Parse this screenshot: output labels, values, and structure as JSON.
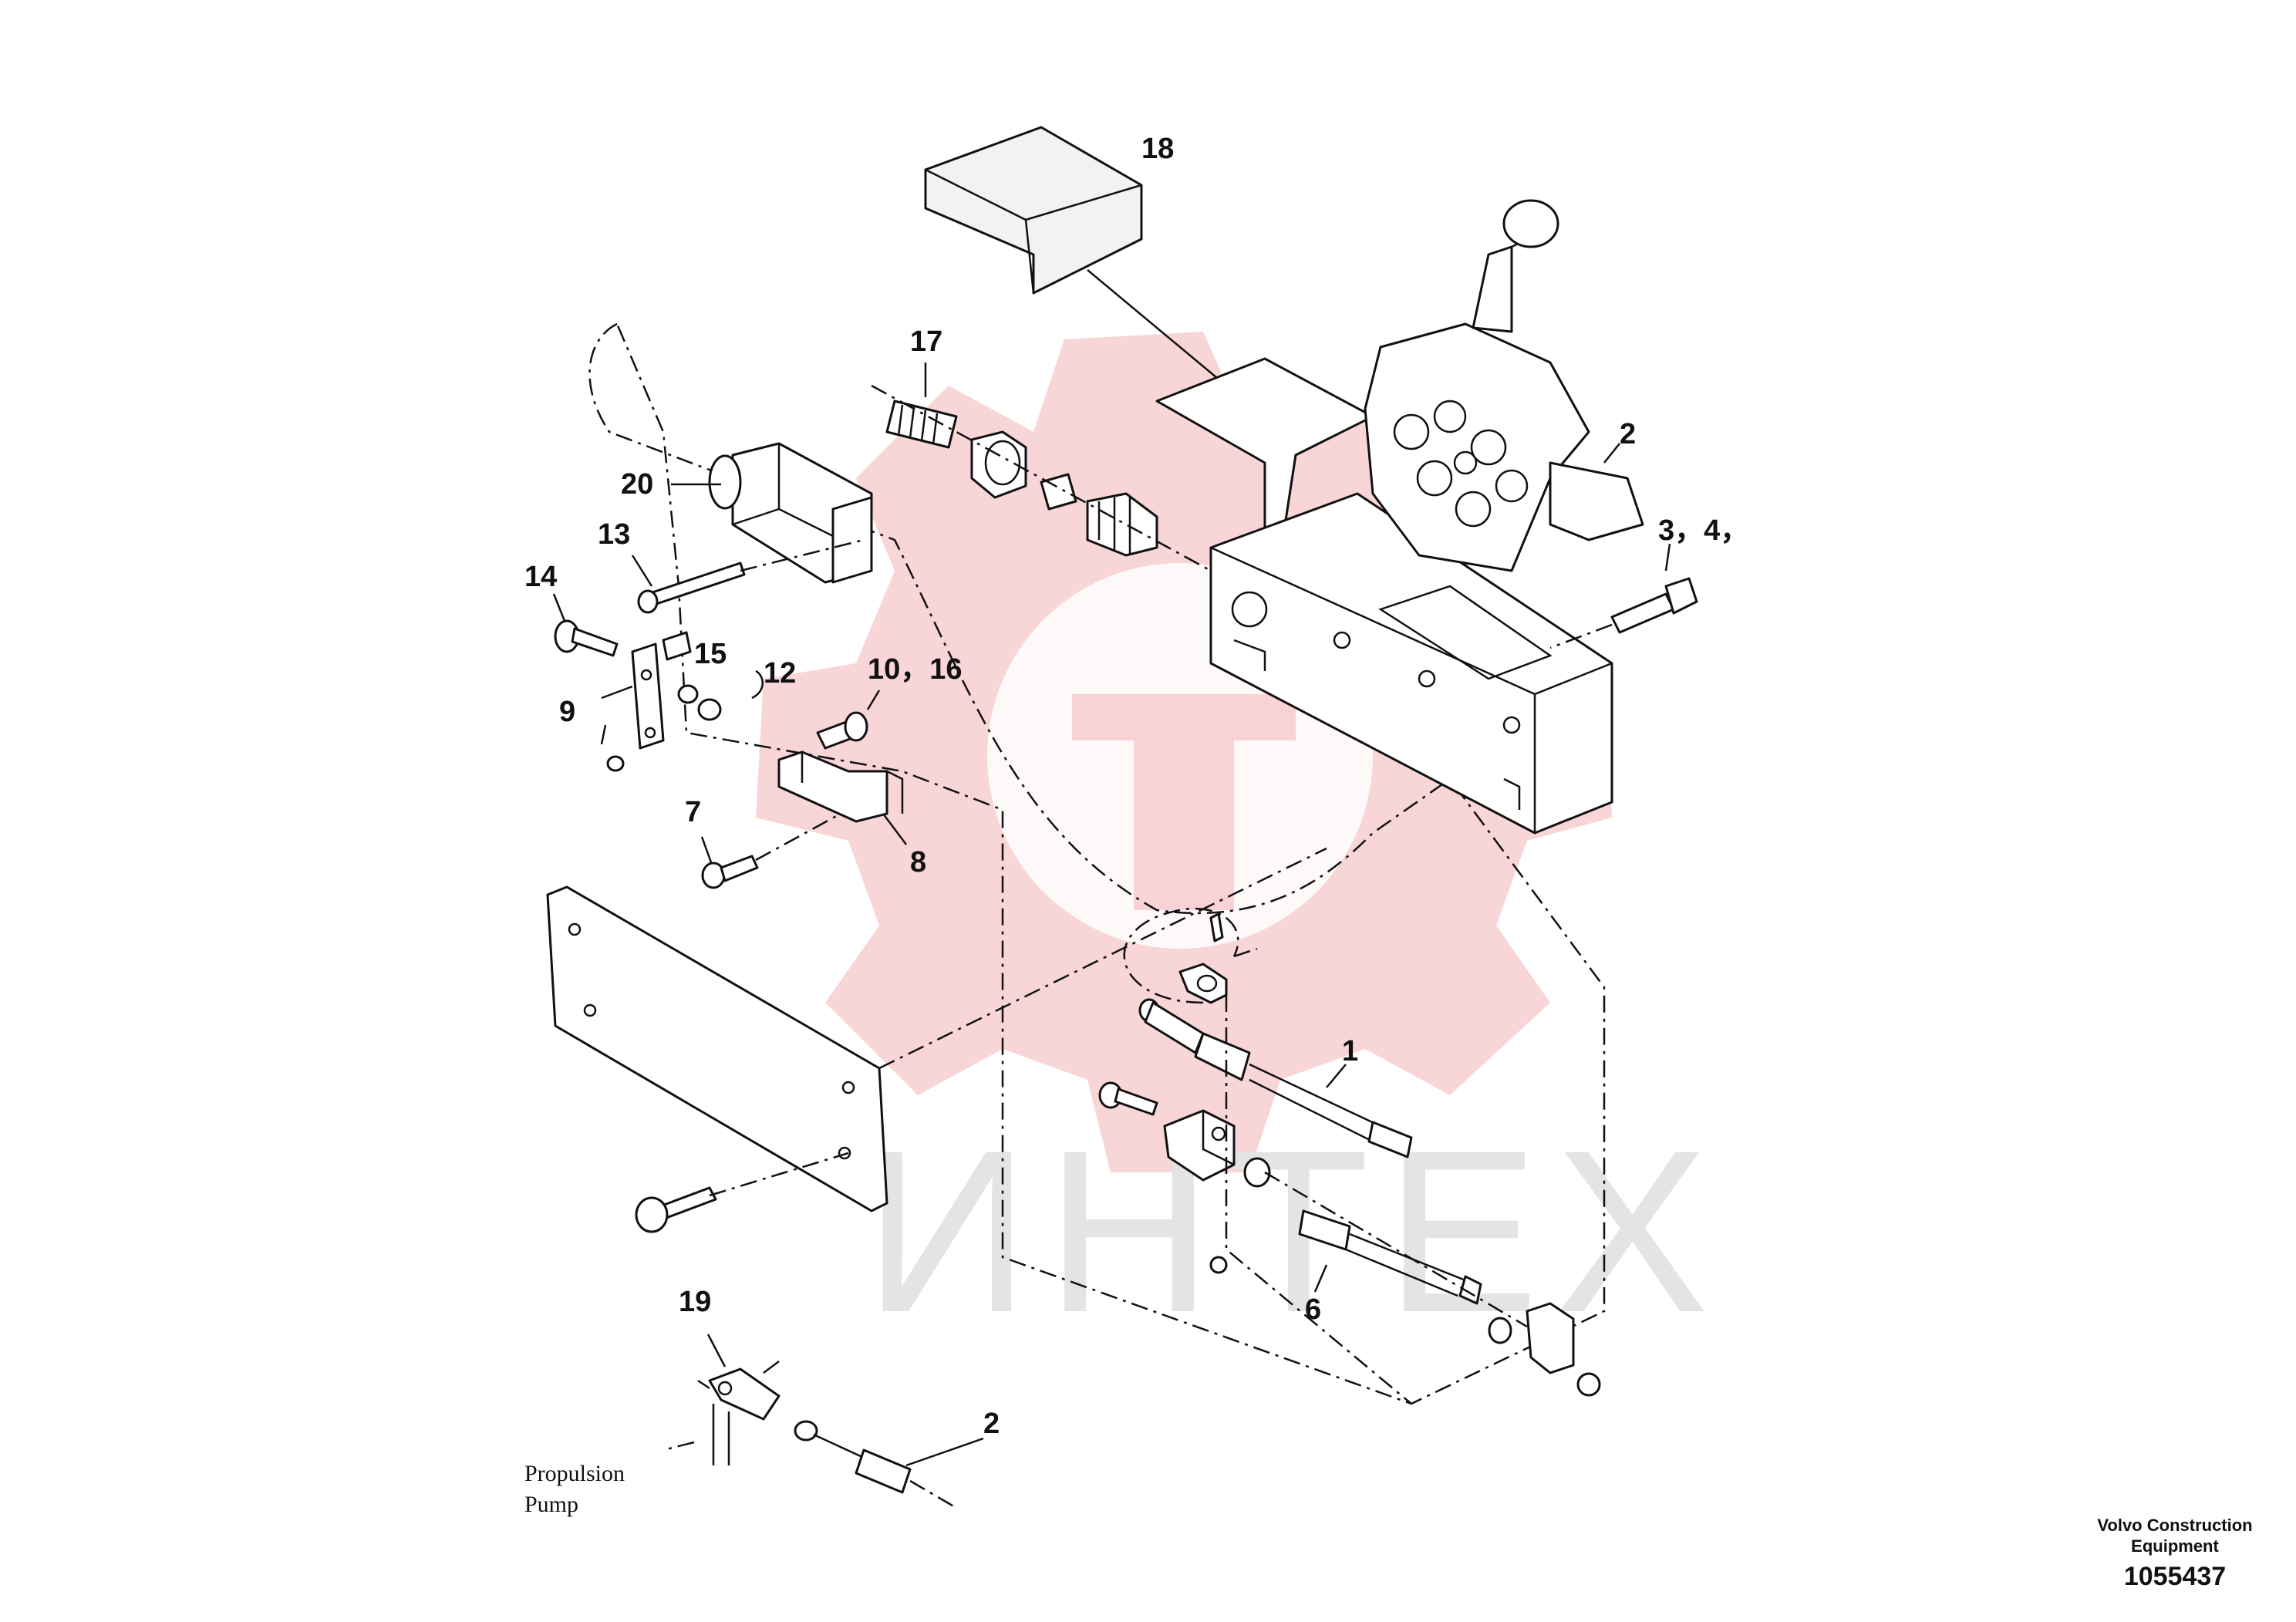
{
  "callouts": {
    "c18": "18",
    "c17": "17",
    "c2_top": "2",
    "c20": "20",
    "c13": "13",
    "c3_4": "3，4，",
    "c14": "14",
    "c15": "15",
    "c12": "12",
    "c10_16": "10，16",
    "c9": "9",
    "c7": "7",
    "c8": "8",
    "c1": "1",
    "c6": "6",
    "c19": "19",
    "c2_bottom": "2"
  },
  "pump_note": {
    "line1": "Propulsion",
    "line2": "Pump"
  },
  "caption": {
    "line1": "Volvo Construction",
    "line2": "Equipment",
    "number": "1055437"
  },
  "watermark": {
    "text": "ИНТЕХ",
    "color": "#f3b3b6"
  }
}
